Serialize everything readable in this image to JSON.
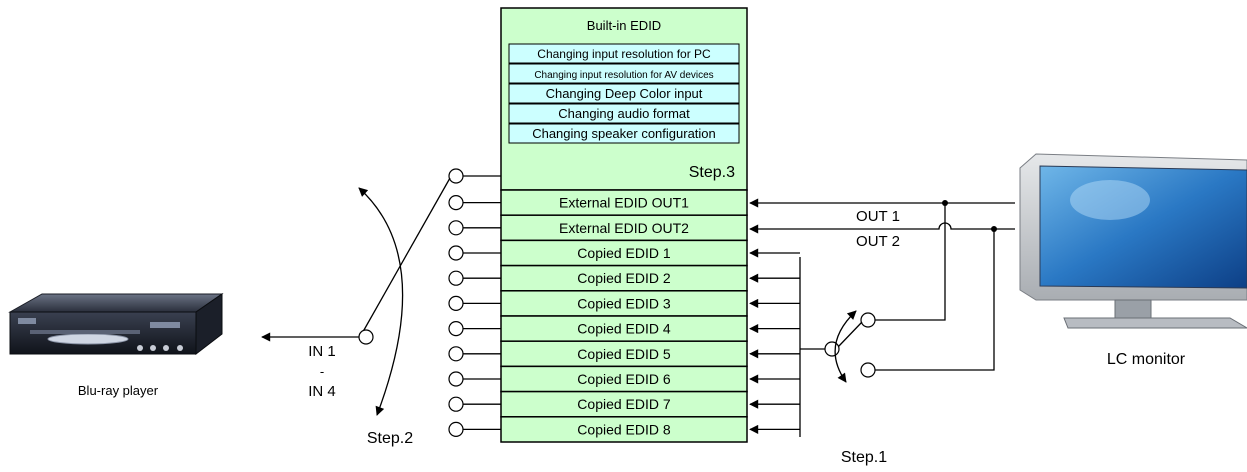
{
  "builtin": {
    "title": "Built-in EDID",
    "step": "Step.3",
    "items": [
      "Changing input resolution for PC",
      "Changing input resolution for AV devices",
      "Changing Deep Color input",
      "Changing audio format",
      "Changing speaker configuration"
    ]
  },
  "edid_rows": [
    "External EDID OUT1",
    "External EDID OUT2",
    "Copied EDID 1",
    "Copied EDID 2",
    "Copied EDID 3",
    "Copied EDID 4",
    "Copied EDID 5",
    "Copied EDID 6",
    "Copied EDID 7",
    "Copied EDID 8"
  ],
  "labels": {
    "out1": "OUT 1",
    "out2": "OUT 2",
    "in_top": "IN 1",
    "in_sep": "-",
    "in_bottom": "IN 4",
    "step1": "Step.1",
    "step2": "Step.2",
    "bluray": "Blu-ray player",
    "monitor": "LC monitor"
  },
  "colors": {
    "edid_box": "#ccffcc",
    "menu_item": "#ccffff",
    "line": "#000000"
  }
}
